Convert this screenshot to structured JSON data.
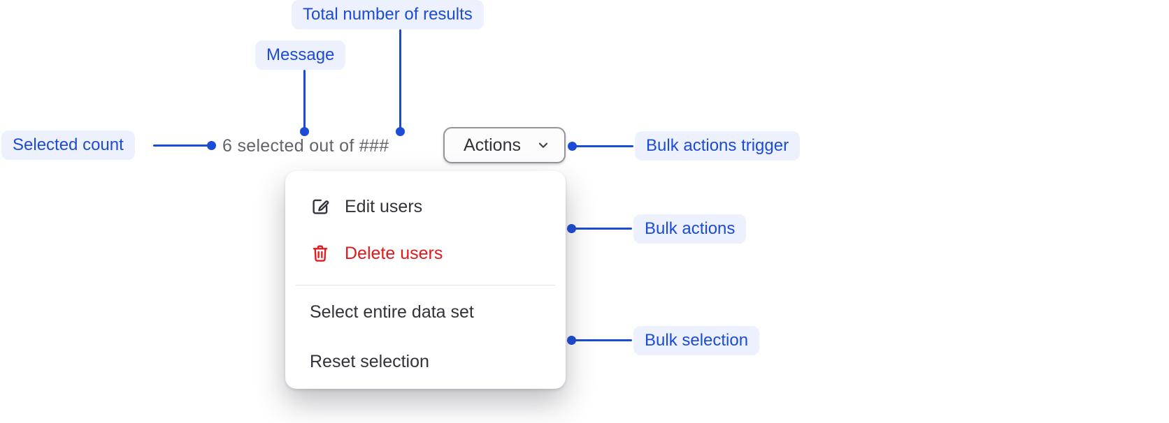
{
  "diagram": {
    "annotations": {
      "total_results": {
        "label": "Total number of results"
      },
      "message": {
        "label": "Message"
      },
      "selected_count": {
        "label": "Selected count"
      },
      "bulk_actions_trigger": {
        "label": "Bulk actions trigger"
      },
      "bulk_actions": {
        "label": "Bulk actions"
      },
      "bulk_selection": {
        "label": "Bulk selection"
      }
    },
    "selection_bar": {
      "message": "6 selected out of ###",
      "actions_button": {
        "label": "Actions",
        "icon": "chevron-down-icon"
      }
    },
    "bulk_actions_menu": {
      "items": [
        {
          "label": "Edit users",
          "icon": "edit-icon",
          "tone": "default"
        },
        {
          "label": "Delete users",
          "icon": "trash-icon",
          "tone": "critical"
        },
        {
          "label": "Select entire data set",
          "icon": null,
          "tone": "default"
        },
        {
          "label": "Reset selection",
          "icon": null,
          "tone": "default"
        }
      ]
    },
    "colors": {
      "annotation_text": "#1C4BD6",
      "annotation_line": "#1C4BD6",
      "annotation_badge_bg": "#ECF1FD",
      "muted_message_text": "#64636C",
      "menu_item_text": "#33323A",
      "critical_red": "#E01A1D",
      "button_border": "#94949C",
      "panel_bg": "#FFFFFF"
    }
  }
}
